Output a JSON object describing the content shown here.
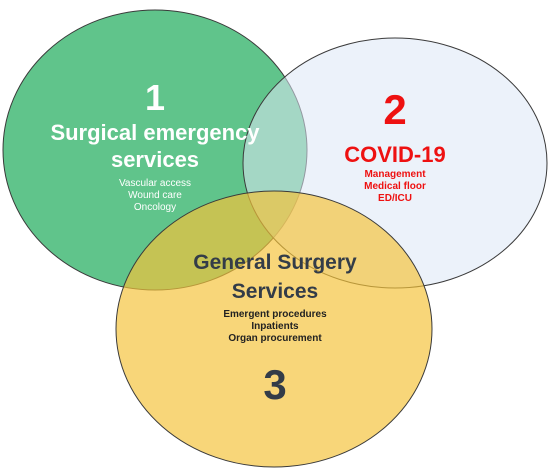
{
  "colors": {
    "circle1_fill": "#33b36a",
    "circle2_fill": "#dce8f5",
    "circle3_fill": "#f5c23a",
    "circle_stroke": "#3a3a3a",
    "emergency_text": "#ffffff",
    "covid_text": "#ee1111",
    "general_text": "#333c48"
  },
  "circle1": {
    "number": "1",
    "title_line1": "Surgical emergency",
    "title_line2": "services",
    "items": [
      "Vascular access",
      "Wound care",
      "Oncology"
    ]
  },
  "circle2": {
    "number": "2",
    "title": "COVID-19",
    "items": [
      "Management",
      "Medical floor",
      "ED/ICU"
    ]
  },
  "circle3": {
    "number": "3",
    "title_line1": "General Surgery",
    "title_line2": "Services",
    "items": [
      "Emergent procedures",
      "Inpatients",
      "Organ procurement"
    ]
  }
}
